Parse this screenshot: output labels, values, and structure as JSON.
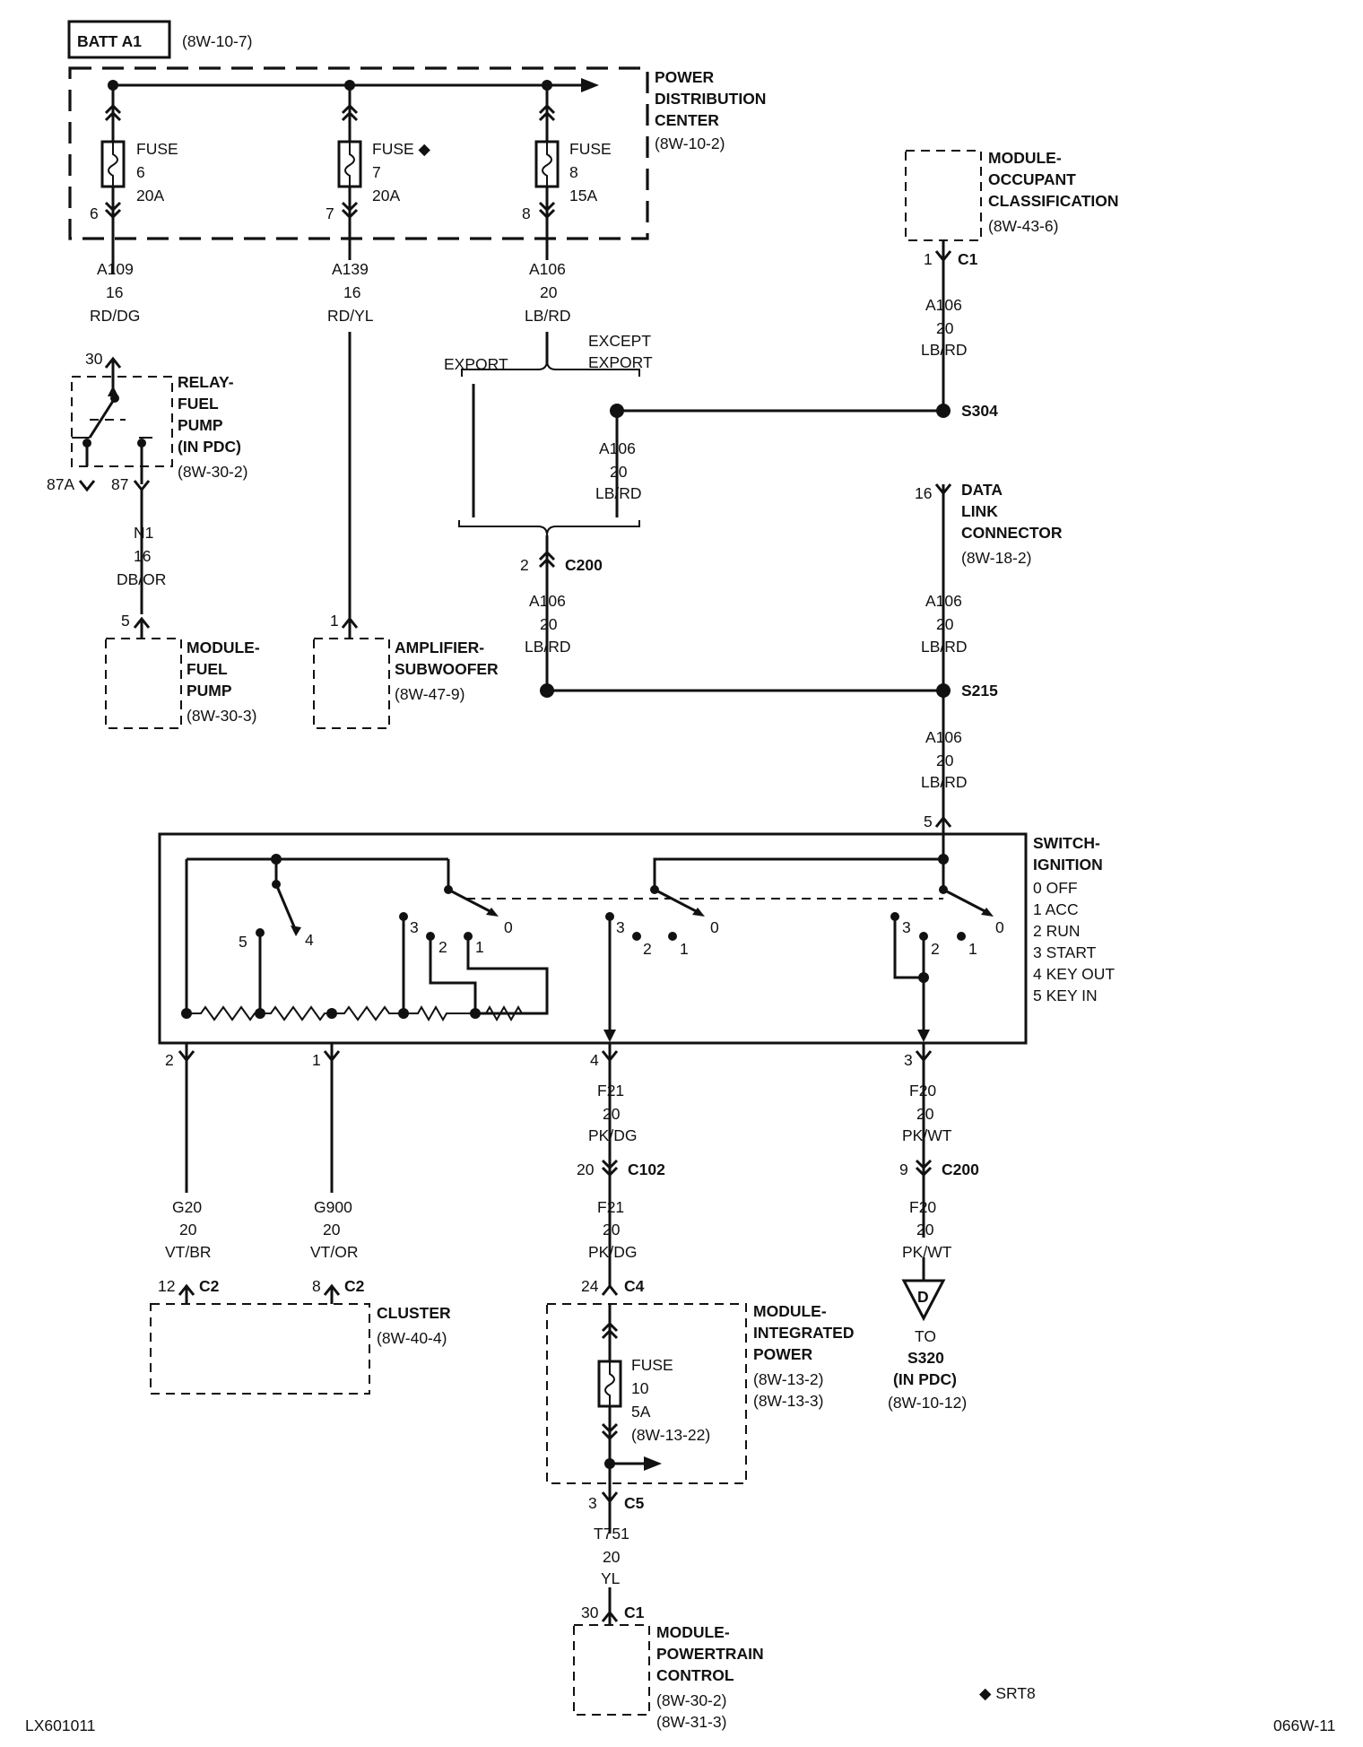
{
  "batt": {
    "label": "BATT A1",
    "ref": "(8W-10-7)"
  },
  "pdc": {
    "title": [
      "POWER",
      "DISTRIBUTION",
      "CENTER"
    ],
    "ref": "(8W-10-2)"
  },
  "fuses": [
    {
      "word": "FUSE",
      "num": "6",
      "amps": "20A",
      "pin": "6",
      "circuit": "A109",
      "gauge": "16",
      "color": "RD/DG"
    },
    {
      "word": "FUSE ◆",
      "num": "7",
      "amps": "20A",
      "pin": "7",
      "circuit": "A139",
      "gauge": "16",
      "color": "RD/YL"
    },
    {
      "word": "FUSE",
      "num": "8",
      "amps": "15A",
      "pin": "8",
      "circuit": "A106",
      "gauge": "20",
      "color": "LB/RD"
    }
  ],
  "occupant_module": {
    "title": [
      "MODULE-",
      "OCCUPANT",
      "CLASSIFICATION"
    ],
    "ref": "(8W-43-6)",
    "pin": "1",
    "conn": "C1",
    "circuit": "A106",
    "gauge": "20",
    "color": "LB/RD"
  },
  "relay": {
    "title": [
      "RELAY-",
      "FUEL",
      "PUMP",
      "(IN PDC)"
    ],
    "ref": "(8W-30-2)",
    "pin30": "30",
    "pin87a": "87A",
    "pin87": "87",
    "circuit": "N1",
    "gauge": "16",
    "color": "DB/OR"
  },
  "fuel_pump_module": {
    "pin": "5",
    "title": [
      "MODULE-",
      "FUEL",
      "PUMP"
    ],
    "ref": "(8W-30-3)"
  },
  "amplifier": {
    "pin": "1",
    "title": [
      "AMPLIFIER-",
      "SUBWOOFER"
    ],
    "ref": "(8W-47-9)"
  },
  "export": {
    "export": "EXPORT",
    "except": [
      "EXCEPT",
      "EXPORT"
    ],
    "circuit": "A106",
    "gauge": "20",
    "color": "LB/RD"
  },
  "splices": {
    "s304": "S304",
    "s215": "S215"
  },
  "c200_top": {
    "pin": "2",
    "conn": "C200",
    "circuit": "A106",
    "gauge": "20",
    "color": "LB/RD"
  },
  "dlc": {
    "pin": "16",
    "title": [
      "DATA",
      "LINK",
      "CONNECTOR"
    ],
    "ref": "(8W-18-2)",
    "circuit": "A106",
    "gauge": "20",
    "color": "LB/RD"
  },
  "below_s215": {
    "circuit": "A106",
    "gauge": "20",
    "color": "LB/RD",
    "pin": "5"
  },
  "switch": {
    "title": [
      "SWITCH-",
      "IGNITION"
    ],
    "positions": [
      "0 OFF",
      "1 ACC",
      "2 RUN",
      "3 START",
      "4 KEY OUT",
      "5 KEY IN"
    ]
  },
  "switch_contacts": {
    "n0": "0",
    "n1": "1",
    "n2": "2",
    "n3": "3",
    "n4": "4",
    "n5": "5"
  },
  "outputs": {
    "p2": {
      "pin": "2",
      "circuit": "G20",
      "gauge": "20",
      "color": "VT/BR",
      "pin2": "12",
      "conn": "C2"
    },
    "p1": {
      "pin": "1",
      "circuit": "G900",
      "gauge": "20",
      "color": "VT/OR",
      "pin2": "8",
      "conn": "C2"
    },
    "p4": {
      "pin": "4",
      "circuit": "F21",
      "gauge": "20",
      "color": "PK/DG",
      "cpin": "20",
      "conn": "C102",
      "circuit2": "F21",
      "gauge2": "20",
      "color2": "PK/DG",
      "pin3": "24",
      "conn3": "C4"
    },
    "p3": {
      "pin": "3",
      "circuit": "F20",
      "gauge": "20",
      "color": "PK/WT",
      "cpin": "9",
      "conn": "C200",
      "circuit2": "F20",
      "gauge2": "20",
      "color2": "PK/WT"
    }
  },
  "cluster": {
    "title": "CLUSTER",
    "ref": "(8W-40-4)"
  },
  "tipm": {
    "title": [
      "MODULE-",
      "INTEGRATED",
      "POWER"
    ],
    "refs": [
      "(8W-13-2)",
      "(8W-13-3)"
    ],
    "fuse": {
      "word": "FUSE",
      "num": "10",
      "amps": "5A",
      "ref": "(8W-13-22)"
    },
    "pin": "3",
    "conn": "C5",
    "circuit": "T751",
    "gauge": "20",
    "color": "YL"
  },
  "pcm": {
    "pin": "30",
    "conn": "C1",
    "title": [
      "MODULE-",
      "POWERTRAIN",
      "CONTROL"
    ],
    "refs": [
      "(8W-30-2)",
      "(8W-31-3)"
    ]
  },
  "to_s320": {
    "symbol": "D",
    "lines": [
      "TO",
      "S320",
      "(IN PDC)",
      "(8W-10-12)"
    ]
  },
  "footer": {
    "left": "LX601011",
    "note": "◆ SRT8",
    "right": "066W-11"
  }
}
